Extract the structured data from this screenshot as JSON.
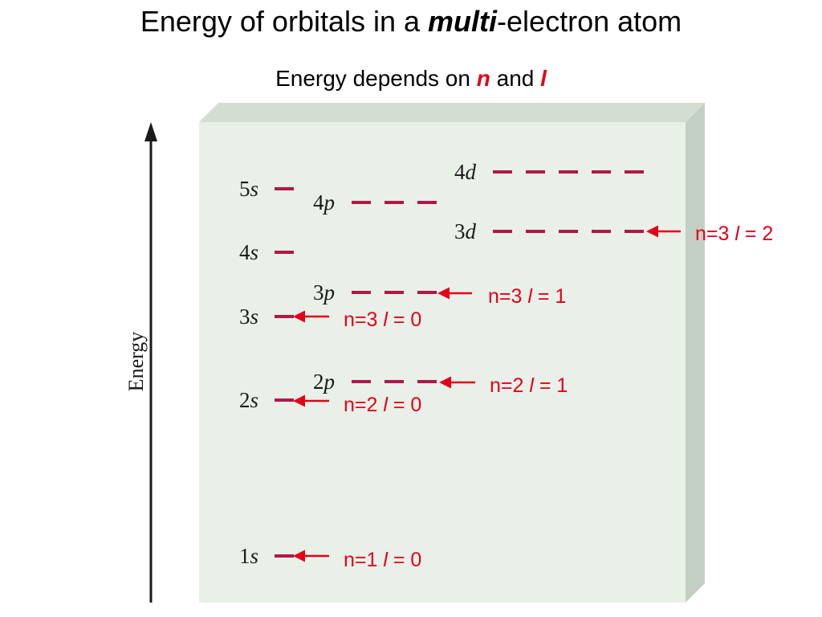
{
  "slide": {
    "title_pre": "Energy of orbitals in a ",
    "title_emph": "multi",
    "title_post": "-electron atom",
    "subtitle_pre": "Energy depends on ",
    "subtitle_n": "n",
    "subtitle_mid": " and ",
    "subtitle_l": "l"
  },
  "diagram": {
    "axis_label": "Energy",
    "colors": {
      "level": "#b0174a",
      "arrow": "#e3001b",
      "panel_front": "#e9f0e8",
      "panel_top": "#d4ddd2",
      "panel_side": "#c4d0c3"
    },
    "orbitals": [
      {
        "id": "1s",
        "num": "1",
        "letter": "s",
        "count": 1
      },
      {
        "id": "2s",
        "num": "2",
        "letter": "s",
        "count": 1
      },
      {
        "id": "2p",
        "num": "2",
        "letter": "p",
        "count": 3
      },
      {
        "id": "3s",
        "num": "3",
        "letter": "s",
        "count": 1
      },
      {
        "id": "3p",
        "num": "3",
        "letter": "p",
        "count": 3
      },
      {
        "id": "4s",
        "num": "4",
        "letter": "s",
        "count": 1
      },
      {
        "id": "3d",
        "num": "3",
        "letter": "d",
        "count": 5
      },
      {
        "id": "4p",
        "num": "4",
        "letter": "p",
        "count": 3
      },
      {
        "id": "5s",
        "num": "5",
        "letter": "s",
        "count": 1
      },
      {
        "id": "4d",
        "num": "4",
        "letter": "d",
        "count": 5
      }
    ],
    "annotations": [
      {
        "target": "1s",
        "n_text": "n=1 ",
        "l_sym": "l",
        "l_text": " = 0"
      },
      {
        "target": "2s",
        "n_text": "n=2 ",
        "l_sym": "l",
        "l_text": " = 0"
      },
      {
        "target": "2p",
        "n_text": "n=2 ",
        "l_sym": "l",
        "l_text": " = 1"
      },
      {
        "target": "3s",
        "n_text": "n=3 ",
        "l_sym": "l",
        "l_text": " = 0"
      },
      {
        "target": "3p",
        "n_text": "n=3 ",
        "l_sym": "l",
        "l_text": " = 1"
      },
      {
        "target": "3d",
        "n_text": "n=3 ",
        "l_sym": "l",
        "l_text": " = 2"
      }
    ]
  }
}
